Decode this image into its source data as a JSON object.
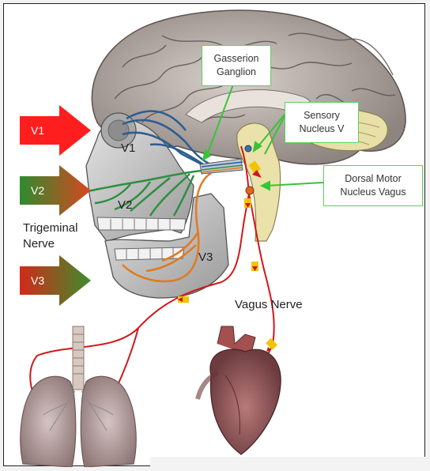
{
  "arrows": {
    "v1": {
      "label": "V1",
      "color": "#ff1e1e"
    },
    "v2": {
      "label": "V2",
      "color_start": "#2f8a2f",
      "color_end": "#d9471f"
    },
    "v3": {
      "label": "V3",
      "color_start": "#d22a1a",
      "color_end": "#3d8d2c"
    }
  },
  "branch_labels": {
    "v1": "V1",
    "v2": "V2",
    "v3": "V3"
  },
  "trigeminal_label": {
    "line1": "Trigeminal",
    "line2": "Nerve"
  },
  "vagus_label": "Vagus Nerve",
  "callouts": {
    "gasserion": {
      "line1": "Gasserion",
      "line2": "Ganglion"
    },
    "sensory": {
      "line1": "Sensory",
      "line2": "Nucleus V"
    },
    "dorsal": {
      "line1": "Dorsal Motor",
      "line2": "Nucleus Vagus"
    }
  },
  "colors": {
    "v1_nerve": "#2c5d8f",
    "v2_nerve": "#2f8f3f",
    "v3_nerve": "#e07a20",
    "vagus": "#d01818",
    "callout_border": "#5bd15b",
    "marker": "#f2c400"
  }
}
